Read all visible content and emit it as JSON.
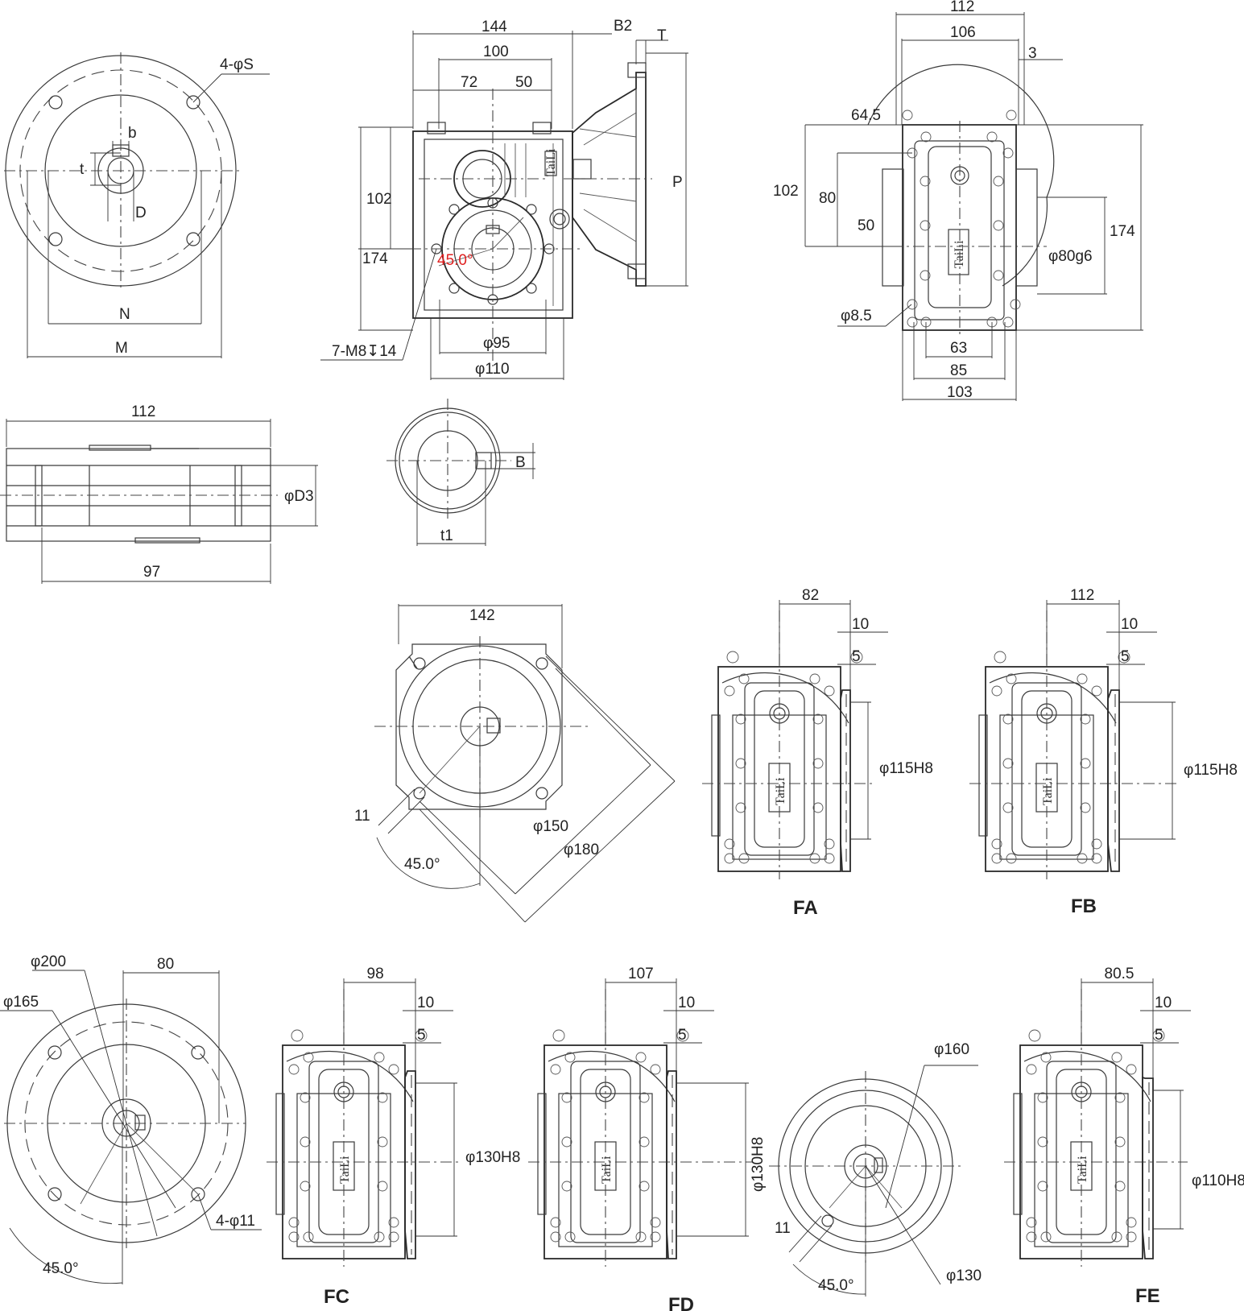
{
  "brand": "TaiLi",
  "top_views": {
    "flange_front": {
      "four_holes": "4-φS",
      "key_width": "b",
      "keyway_depth": "t",
      "bore": "D",
      "pcd": "N",
      "outer": "M"
    },
    "side_view": {
      "dims": [
        "144",
        "100",
        "72",
        "50",
        "B2",
        "T",
        "P",
        "102",
        "174",
        "φ95",
        "φ110"
      ],
      "angle": "45.0°",
      "tapped_holes": "7-M8↧14"
    },
    "top_view": {
      "dims": [
        "112",
        "106",
        "3",
        "64.5",
        "102",
        "80",
        "50",
        "174",
        "φ80g6",
        "φ8.5",
        "63",
        "85",
        "103"
      ]
    }
  },
  "shaft": {
    "length": "112",
    "body": "97",
    "diameter": "φD3"
  },
  "bore_section": {
    "key": "B",
    "depth": "t1"
  },
  "flange_square": {
    "width": "142",
    "hole": "11",
    "angle": "45.0°",
    "d1": "φ150",
    "d2": "φ180"
  },
  "variants": [
    {
      "label": "FA",
      "width": "82",
      "d10": "10",
      "d5": "5",
      "spigot": "φ115H8"
    },
    {
      "label": "FB",
      "width": "112",
      "d10": "10",
      "d5": "5",
      "spigot": "φ115H8"
    },
    {
      "label": "FC",
      "width": "98",
      "d10": "10",
      "d5": "5",
      "spigot": "φ130H8"
    },
    {
      "label": "FD",
      "width": "107",
      "d10": "10",
      "d5": "5",
      "spigot": "φ130H8"
    },
    {
      "label": "FE",
      "width": "80.5",
      "d10": "10",
      "d5": "5",
      "spigot": "φ110H8"
    }
  ],
  "flange_large": {
    "outer": "φ200",
    "pcd": "φ165",
    "offset": "80",
    "holes": "4-φ11",
    "angle": "45.0°"
  },
  "flange_round": {
    "outer": "φ160",
    "hole": "11",
    "angle": "45.0°",
    "spigot": "φ130"
  }
}
